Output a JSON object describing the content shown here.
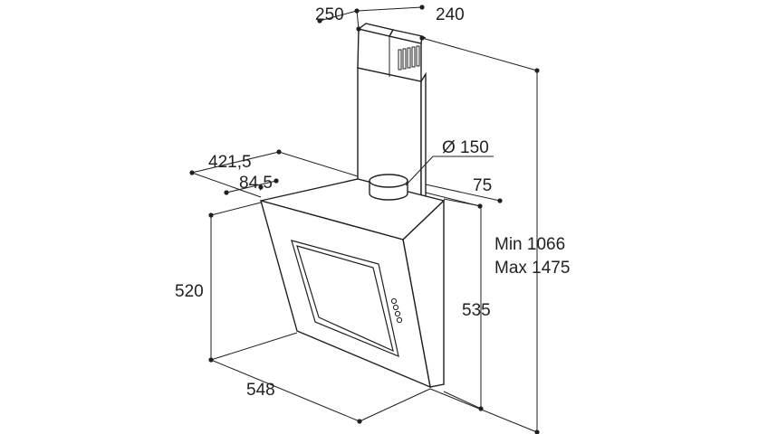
{
  "dimensions": {
    "chimney_depth": "250",
    "chimney_width": "240",
    "duct_diameter": "Ø 150",
    "hood_depth_total": "421,5",
    "hood_offset": "84,5",
    "rear_offset": "75",
    "height_min": "Min 1066",
    "height_max": "Max 1475",
    "hood_height_front": "520",
    "hood_height_back": "535",
    "hood_width": "548"
  }
}
